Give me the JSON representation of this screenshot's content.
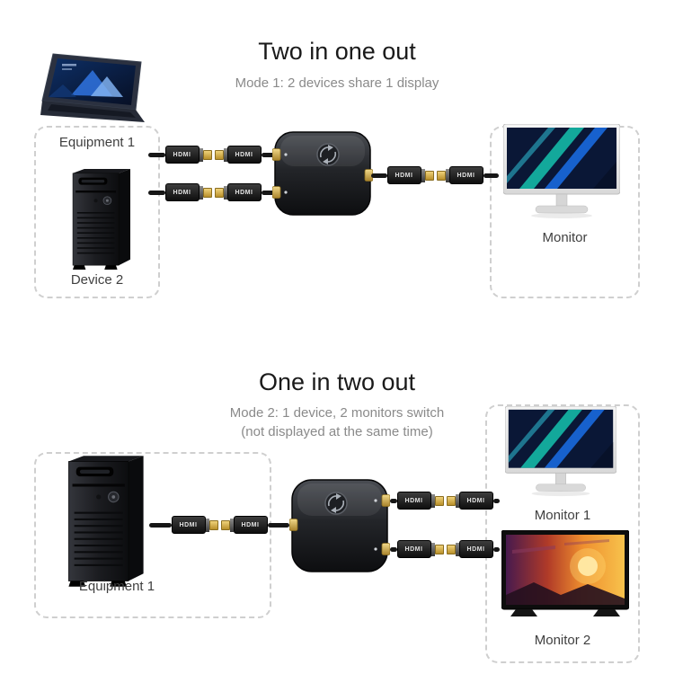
{
  "modes": {
    "top": {
      "title": "Two in one out",
      "subtitle": "Mode 1: 2 devices share 1 display",
      "labels": {
        "equipment1": "Equipment 1",
        "device2": "Device 2",
        "monitor": "Monitor"
      }
    },
    "bottom": {
      "title": "One in two out",
      "subtitle_line1": "Mode 2: 1 device, 2 monitors switch",
      "subtitle_line2": "(not displayed at the same time)",
      "labels": {
        "equipment1": "Equipment 1",
        "monitor1": "Monitor 1",
        "monitor2": "Monitor 2"
      }
    }
  },
  "connector": {
    "label": "HDMI"
  },
  "icons": {
    "switch_button": "rotate-arrows-icon",
    "hdmi_port": "gold-hdmi-port"
  },
  "colors": {
    "background": "#ffffff",
    "title_text": "#1a1a1a",
    "subtitle_text": "#8a8a8a",
    "label_text": "#3f3f3f",
    "dashed_border": "#cfcfcf",
    "connector_gold": "#caa43a",
    "plug_body": "#1a1a1a"
  }
}
